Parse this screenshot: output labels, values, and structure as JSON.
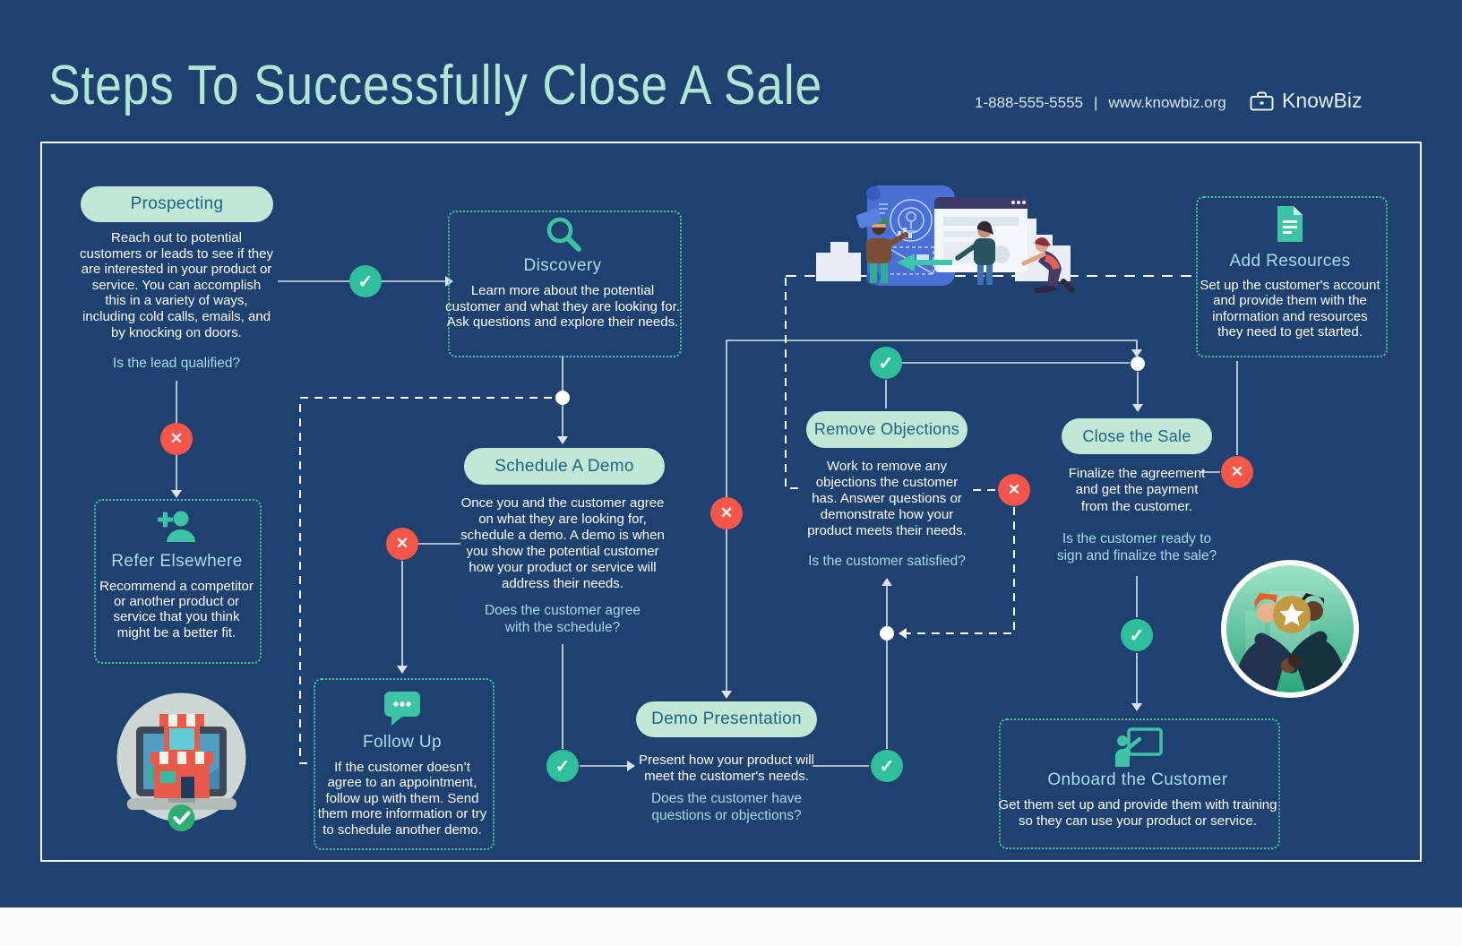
{
  "header": {
    "title": "Steps To Successfully Close A Sale",
    "phone": "1-888-555-5555",
    "separator": "|",
    "website": "www.knowbiz.org",
    "brand": "KnowBiz"
  },
  "glyphs": {
    "check": "✓",
    "cross": "✕"
  },
  "colors": {
    "background": "#1e4170",
    "pill": "#c0e8d4",
    "pill_text": "#1f6386",
    "teal_accent": "#3dc3a6",
    "yes_green": "#2fbf9c",
    "no_red": "#f4564a",
    "question_blue": "#a5d9ec",
    "title_mint": "#b2e5d4"
  },
  "nodes": {
    "prospecting": {
      "label": "Prospecting",
      "body": "Reach out to potential\ncustomers or leads to see if they\nare interested in your product or\nservice. You can accomplish\nthis in a variety of ways,\nincluding cold calls, emails, and\nby knocking on doors.",
      "question": "Is the lead qualified?"
    },
    "discovery": {
      "title": "Discovery",
      "body": "Learn more about the potential\ncustomer and what they are looking for.\nAsk questions and explore their needs."
    },
    "refer_elsewhere": {
      "title": "Refer Elsewhere",
      "body": "Recommend a competitor\nor another product or\nservice that you think\nmight be a better fit."
    },
    "schedule_demo": {
      "label": "Schedule A Demo",
      "body": "Once you and the customer agree\non what they are looking for,\nschedule a demo. A demo is when\nyou show the potential customer\nhow your product or service will\naddress their needs.",
      "question": "Does the customer agree\nwith the schedule?"
    },
    "follow_up": {
      "title": "Follow Up",
      "body": "If the customer doesn’t\nagree to an appointment,\nfollow up with them. Send\nthem more information or try\nto schedule another demo."
    },
    "demo_presentation": {
      "label": "Demo Presentation",
      "body": "Present how your product will\nmeet the customer's needs.",
      "question": "Does the customer have\nquestions or objections?"
    },
    "remove_objections": {
      "label": "Remove Objections",
      "body": "Work to remove any\nobjections the customer\nhas. Answer questions or\ndemonstrate how your\nproduct meets their needs.",
      "question": "Is the customer satisfied?"
    },
    "close_the_sale": {
      "label": "Close the Sale",
      "body": "Finalize the agreement\nand get the payment\nfrom the customer.",
      "question": "Is the customer ready to\nsign and finalize the sale?"
    },
    "add_resources": {
      "title": "Add Resources",
      "body": "Set up the customer's account\nand provide them with the\ninformation and resources\nthey need to get started."
    },
    "onboard_customer": {
      "title": "Onboard the Customer",
      "body": "Get them set up and provide them with training\nso they can use your product or service."
    }
  }
}
